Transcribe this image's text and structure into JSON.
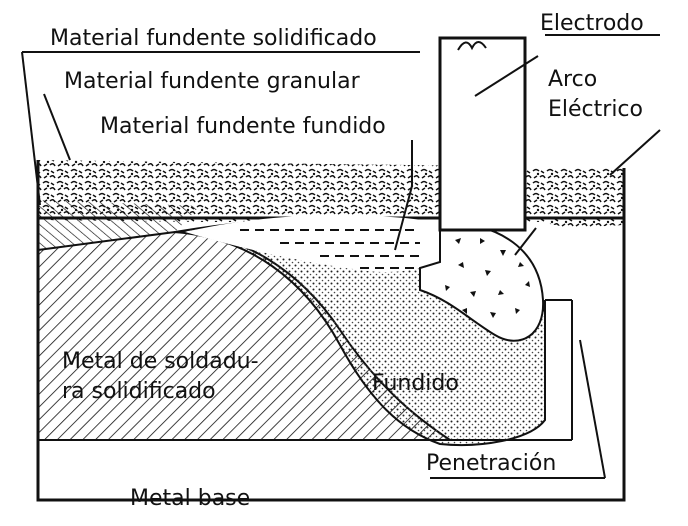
{
  "labels": {
    "material_fundente_solidificado": "Material fundente  solidificado",
    "material_fundente_granular": "Material fundente granular",
    "material_fundente_fundido": "Material fundente fundido",
    "electrodo": "Electrodo",
    "arco_line1": "Arco",
    "arco_line2": "Eléctrico",
    "metal_soldadura_line1": "Metal de soldadu-",
    "metal_soldadura_line2": "ra  solidificado",
    "fundido": "Fundido",
    "penetracion": "Penetración",
    "metal_base": "Metal base"
  },
  "colors": {
    "ink": "#111111",
    "paper": "#ffffff"
  }
}
